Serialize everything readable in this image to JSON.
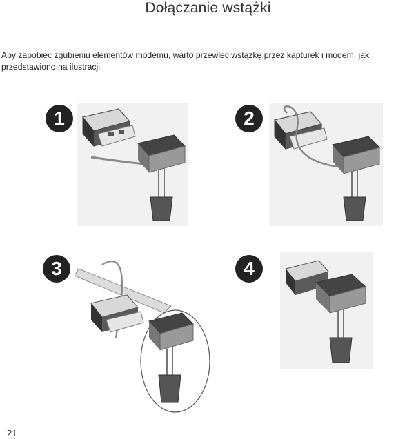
{
  "document": {
    "title": "Dołączanie wstążki",
    "intro": "Aby zapobiec zgubieniu elementów modemu, warto przewlec wstążkę przez kapturek i modem, jak przedstawiono na ilustracji.",
    "page_number": "21"
  },
  "steps": [
    {
      "number": "1",
      "icon": "usb-modem-with-cap-strap-separated"
    },
    {
      "number": "2",
      "icon": "strap-looped-through-modem"
    },
    {
      "number": "3",
      "icon": "strap-pulled-through-cap"
    },
    {
      "number": "4",
      "icon": "cap-attached-to-modem-with-strap"
    }
  ]
}
